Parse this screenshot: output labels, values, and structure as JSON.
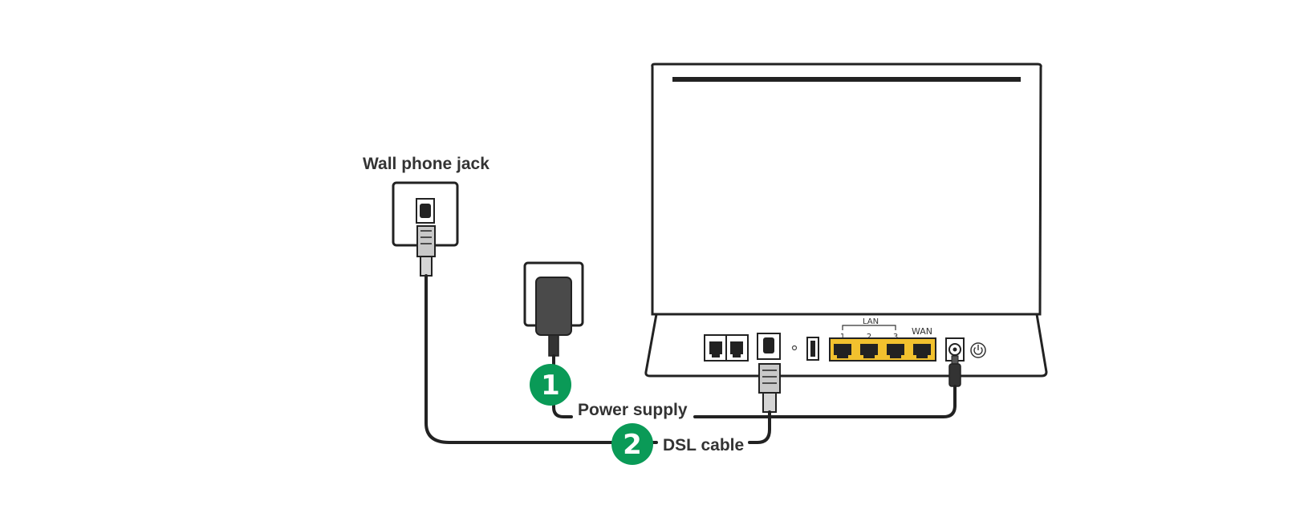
{
  "labels": {
    "wall_jack": "Wall phone jack",
    "power_supply": "Power supply",
    "dsl_cable": "DSL cable"
  },
  "steps": [
    {
      "number": "1"
    },
    {
      "number": "2"
    }
  ],
  "router_ports": {
    "lan_group": "LAN",
    "lan_numbers": [
      "1",
      "2",
      "3"
    ],
    "wan": "WAN"
  },
  "colors": {
    "step_badge": "#0a9a57",
    "ethernet_ports": "#f2c12e",
    "outline": "#222222",
    "adapter": "#4a4a4a",
    "connector": "#bfbfbf"
  },
  "icons": [
    "wall-socket-icon",
    "power-adapter-icon",
    "router-icon",
    "power-button-icon"
  ]
}
